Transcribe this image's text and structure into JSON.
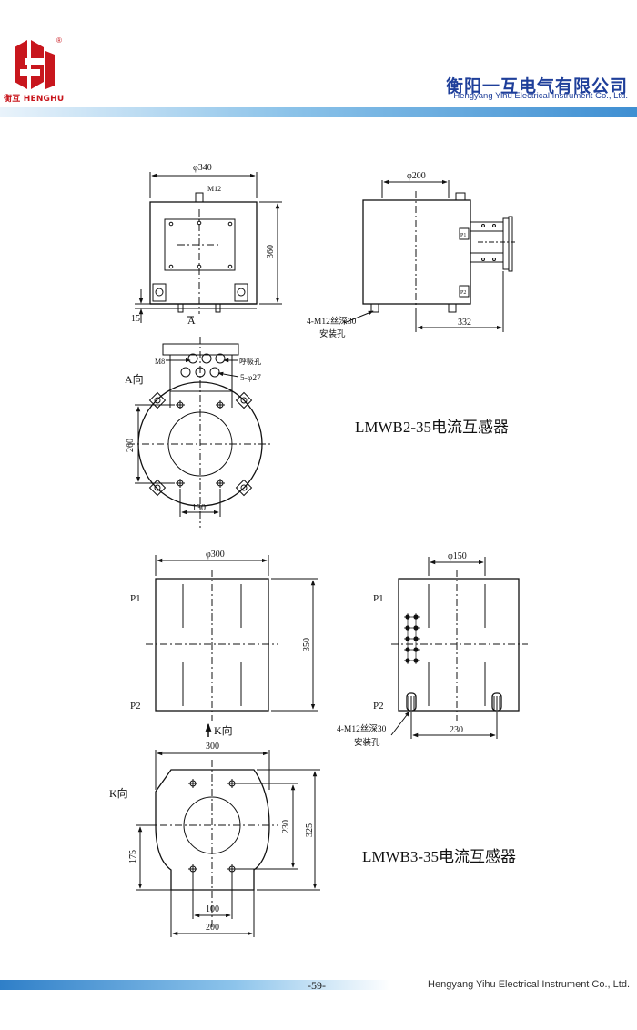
{
  "header": {
    "logo_text": "衡互 HENGHU",
    "logo_mark": "®",
    "company_cn": "衡阳一互电气有限公司",
    "company_en": "Hengyang Yihu Electrical Instrument Co., Ltd."
  },
  "lmwb2": {
    "title": "LMWB2-35电流互感器",
    "dim_phi340": "φ340",
    "label_m12": "M12",
    "dim_360": "360",
    "dim_15": "15",
    "label_a": "A",
    "dim_phi200": "φ200",
    "label_p1": "P1",
    "label_p2": "P2",
    "label_hole_spec": "4-M12丝深30",
    "label_install_hole": "安装孔",
    "dim_332": "332",
    "label_a_dir": "A向",
    "label_m8": "M8",
    "label_breather": "呼吸孔",
    "label_5phi27": "5-φ27",
    "dim_260": "260",
    "dim_130": "130"
  },
  "lmwb3": {
    "title": "LMWB3-35电流互感器",
    "dim_phi300": "φ300",
    "label_p1": "P1",
    "label_p2": "P2",
    "dim_350": "350",
    "dim_phi150": "φ150",
    "label_p1_b": "P1",
    "label_p2_b": "P2",
    "label_hole_spec": "4-M12丝深30",
    "label_install_hole": "安装孔",
    "dim_230_side": "230",
    "label_k_arrow": "K向",
    "label_k_dir": "K向",
    "dim_300": "300",
    "dim_230": "230",
    "dim_325": "325",
    "dim_175": "175",
    "dim_100": "100",
    "dim_200": "200"
  },
  "footer": {
    "page_number": "-59-",
    "company_en": "Hengyang Yihu  Electrical  Instrument Co., Ltd."
  }
}
